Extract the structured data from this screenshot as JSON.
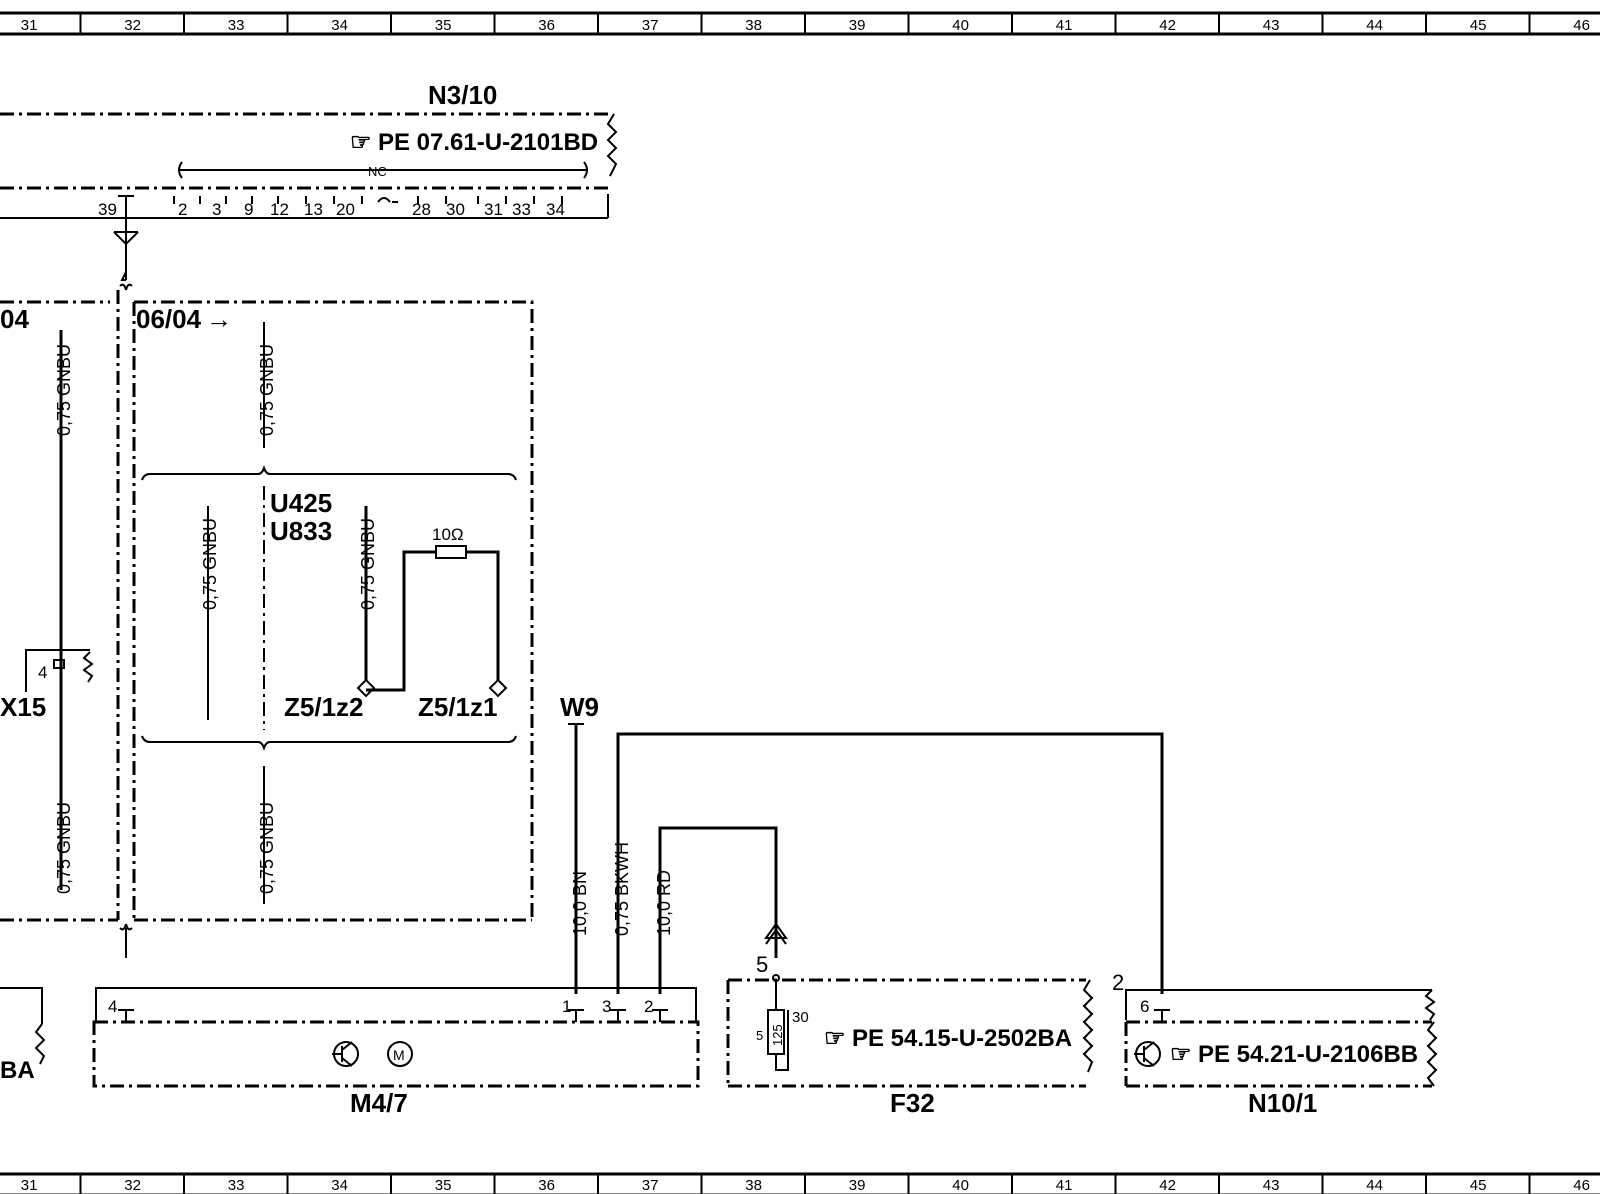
{
  "ruler": [
    "31",
    "32",
    "33",
    "34",
    "35",
    "36",
    "37",
    "38",
    "39",
    "40",
    "41",
    "42",
    "43",
    "44",
    "45",
    "46"
  ],
  "components": {
    "n3_10": {
      "label": "N3/10",
      "ref": "PE  07.61-U-2101BD",
      "nc": "NC",
      "pins": [
        "39",
        "2",
        "3",
        "9",
        "12",
        "13",
        "20",
        "28",
        "30",
        "31",
        "33",
        "34"
      ]
    },
    "variant_left": "04",
    "variant_right": "06/04",
    "variant_codes": [
      "U425",
      "U833"
    ],
    "x15": {
      "label": "X15",
      "pin": "4"
    },
    "z5_1z2": "Z5/1z2",
    "z5_1z1": "Z5/1z1",
    "resistor": "10Ω",
    "w9": "W9",
    "m4_7": {
      "label": "M4/7",
      "pins": [
        "4",
        "1",
        "3",
        "2"
      ]
    },
    "f32": {
      "label": "F32",
      "ref": "PE  54.15-U-2502BA",
      "fuse": "125",
      "fuse_left_pin": "5",
      "fuse_right_pin": "30",
      "pin": "5"
    },
    "n10_1": {
      "label": "N10/1",
      "ref": "PE  54.21-U-2106BB",
      "pin": "6",
      "outer_pin": "2"
    },
    "left_fragment": "BA"
  },
  "wires": {
    "gnbu": "0,75  GNBU",
    "bn": "10,0  BN",
    "bkwh": "0,75  BKWH",
    "rd": "10,0  RD"
  }
}
